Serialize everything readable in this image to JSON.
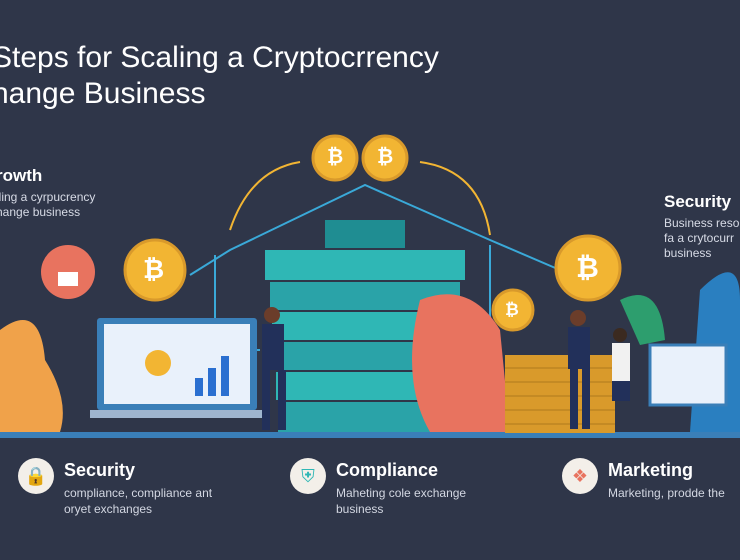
{
  "title": {
    "line1": "Steps for Scaling a Cryptocrrency",
    "line2": "hange Business"
  },
  "left_panel": {
    "heading": "rowth",
    "text": "lling a cyrpucrency hange business"
  },
  "right_panel": {
    "heading": "Security",
    "text": "Business reso fa a crytocurr business"
  },
  "features": [
    {
      "icon": "lock-icon",
      "heading": "Security",
      "text": "compliance, compliance ant oryet exchanges"
    },
    {
      "icon": "shield-icon",
      "heading": "Compliance",
      "text": "Maheting cole exchange business"
    },
    {
      "icon": "network-icon",
      "heading": "Marketing",
      "text": "Marketing, prodde the"
    }
  ],
  "coin_symbol": "₿",
  "colors": {
    "background": "#2f3649",
    "coin": "#f2b533",
    "teal": "#2fb7b5",
    "coral": "#e8735f"
  }
}
